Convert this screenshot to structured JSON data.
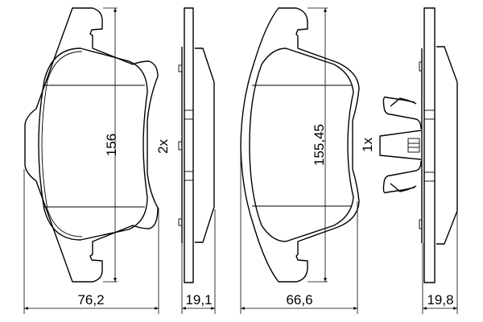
{
  "pads": [
    {
      "height_label": "156",
      "width_label": "76,2",
      "thickness_label": "19,1",
      "quantity_label": "2x"
    },
    {
      "height_label": "155,45",
      "width_label": "66,6",
      "thickness_label": "19,8",
      "quantity_label": "1x"
    }
  ],
  "line_color": "#000000",
  "background": "#ffffff"
}
